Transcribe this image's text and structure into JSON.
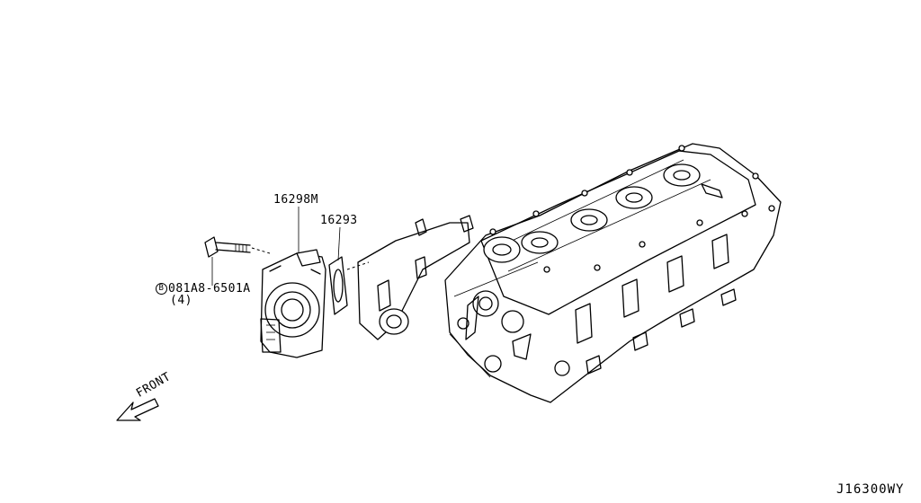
{
  "callouts": {
    "throttle_body": "16298M",
    "gasket": "16293",
    "bolt_prefix": "B",
    "bolt_part": "081A8-6501A",
    "bolt_qty": "(4)"
  },
  "direction": {
    "label": "FRONT"
  },
  "diagram_code": "J16300WY"
}
